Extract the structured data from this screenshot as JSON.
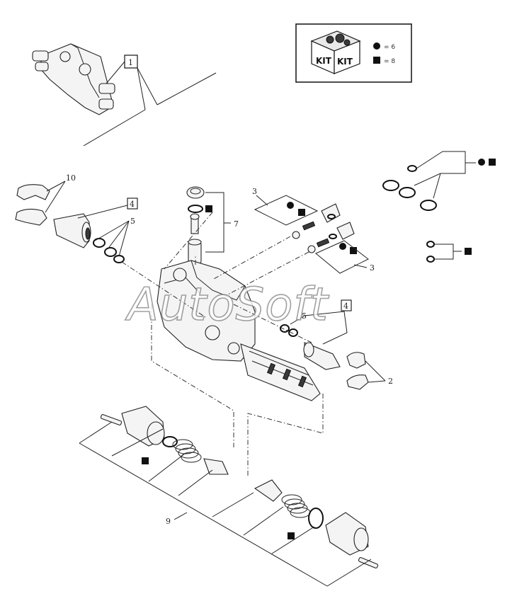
{
  "watermark": "AutoSoft",
  "kit_legend": {
    "box_icon_text_left": "KIT",
    "box_icon_text_right": "KIT",
    "circle_entry": "= 6",
    "square_entry": "= 8"
  },
  "callouts": {
    "assembly_ref": "1",
    "clips_top": "10",
    "seal_kit_ref": "4",
    "orings_left": "5",
    "plug_group": "7",
    "check_valve_upper": "3",
    "check_valve_lower": "3",
    "orings_center": "5",
    "seal_kit_center": "4",
    "clips_right": "2",
    "spring_group": "9"
  }
}
